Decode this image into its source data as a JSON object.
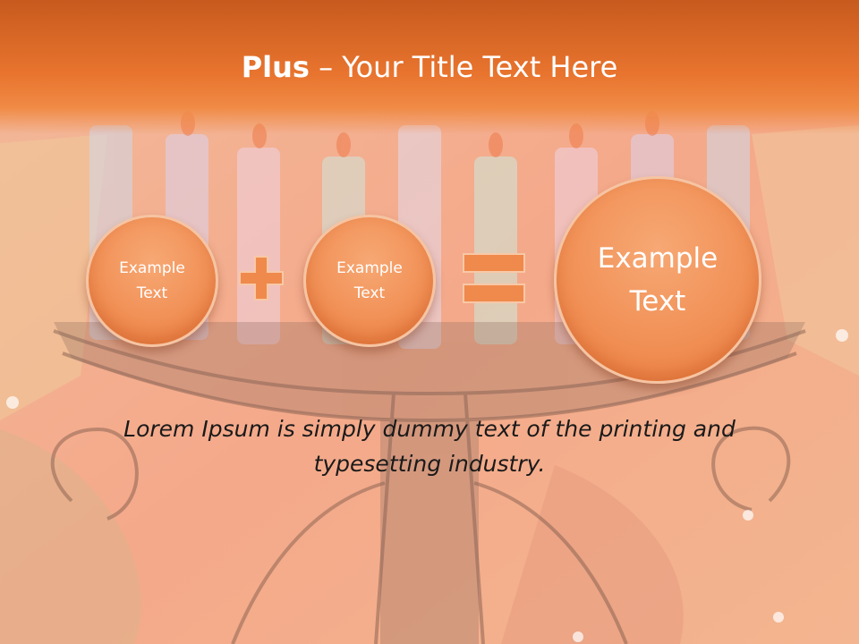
{
  "slide": {
    "title_bold": "Plus",
    "title_rest": " – Your Title Text Here",
    "circle_left_text": "Example Text",
    "circle_middle_text": "Example Text",
    "circle_result_text": "Example Text",
    "plus_icon": "plus-icon",
    "equals_icon": "equals-icon",
    "body_text": "Lorem Ipsum is simply dummy text of the printing and typesetting industry."
  },
  "colors": {
    "title_bar": "#e8742e",
    "circle_fill": "#f19157",
    "operator_fill": "#ef8a4c",
    "background": "#f3b08f"
  }
}
